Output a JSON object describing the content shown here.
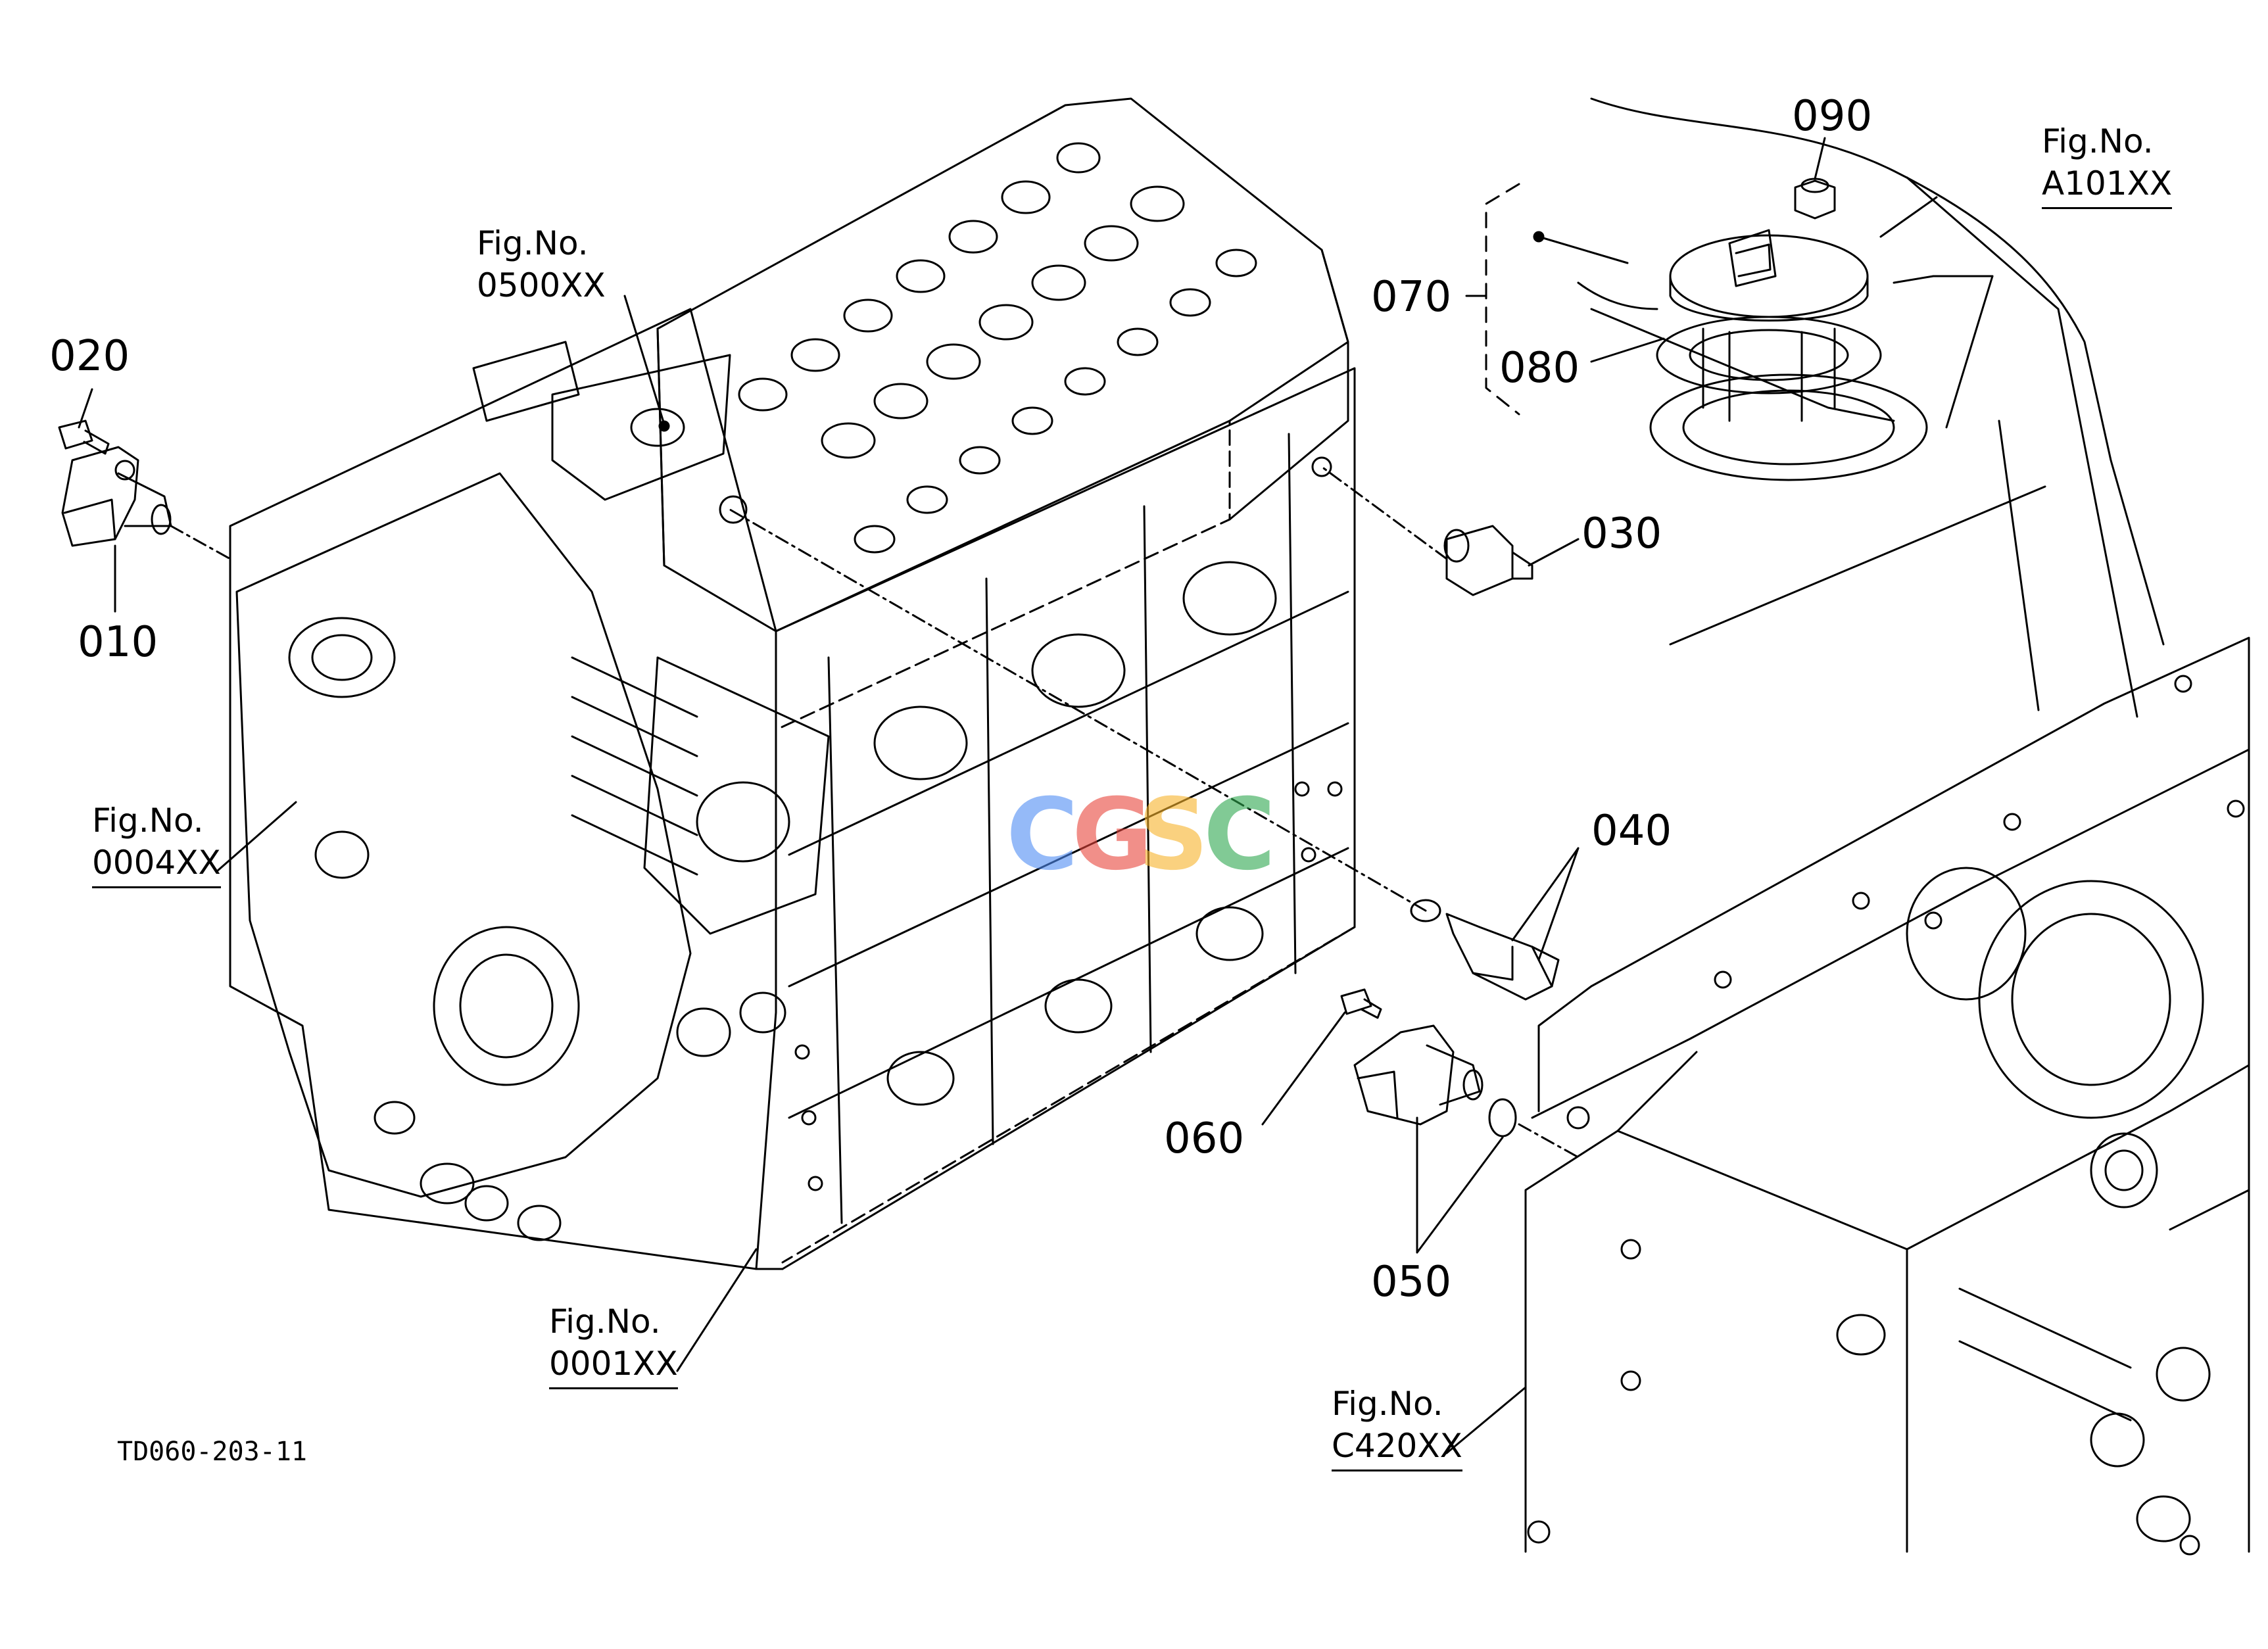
{
  "callouts": {
    "c010": "010",
    "c020": "020",
    "c030": "030",
    "c040": "040",
    "c050": "050",
    "c060": "060",
    "c070": "070",
    "c080": "080",
    "c090": "090"
  },
  "figure_refs": {
    "fig_0500": {
      "label": "Fig.No.",
      "number": "0500XX"
    },
    "fig_0004": {
      "label": "Fig.No.",
      "number": "0004XX"
    },
    "fig_0001": {
      "label": "Fig.No.",
      "number": "0001XX"
    },
    "fig_a101": {
      "label": "Fig.No.",
      "number": "A101XX"
    },
    "fig_c420": {
      "label": "Fig.No.",
      "number": "C420XX"
    }
  },
  "drawing_id": "TD060-203-11",
  "watermark": {
    "letters": [
      "C",
      "G",
      "S",
      "C"
    ],
    "colors": [
      "#4f8df5",
      "#e8453c",
      "#f7b32b",
      "#2fa84f"
    ]
  },
  "line_color": "#000000"
}
